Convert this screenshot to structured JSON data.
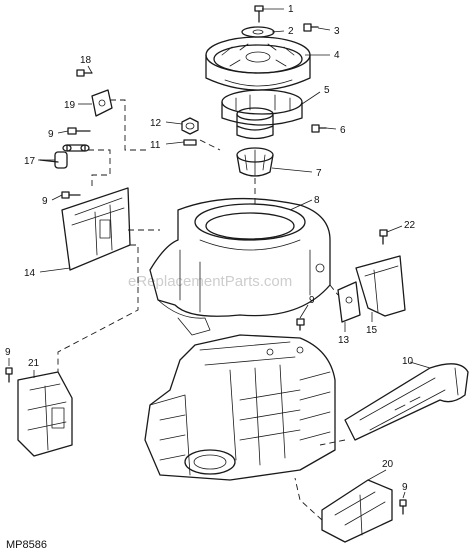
{
  "figure_id": "MP8586",
  "watermark": "eReplacementParts.com",
  "callouts": {
    "c1": "1",
    "c2": "2",
    "c3": "3",
    "c4": "4",
    "c5": "5",
    "c6": "6",
    "c7": "7",
    "c8": "8",
    "c9a": "9",
    "c9b": "9",
    "c9c": "9",
    "c9d": "9",
    "c9e": "9",
    "c10": "10",
    "c11": "11",
    "c12": "12",
    "c13": "13",
    "c14": "14",
    "c15": "15",
    "c17": "17",
    "c18": "18",
    "c19": "19",
    "c20": "20",
    "c21": "21",
    "c22": "22"
  }
}
